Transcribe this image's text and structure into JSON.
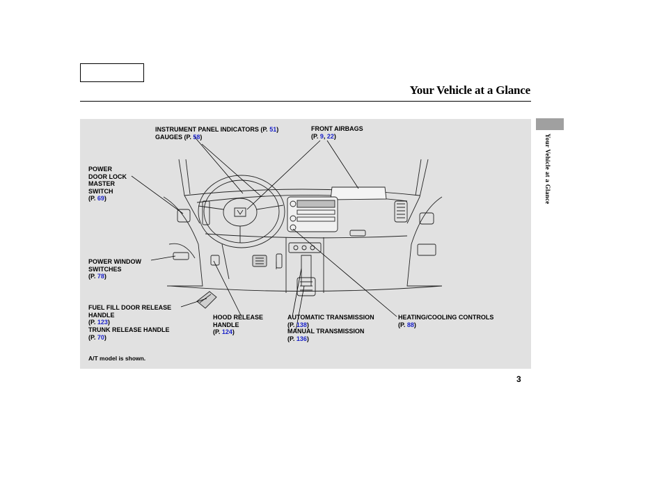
{
  "header": {
    "title": "Your Vehicle at a Glance",
    "side_tab_text": "Your Vehicle at a Glance"
  },
  "callouts": {
    "instrument": {
      "line1_text": "INSTRUMENT PANEL INDICATORS (P. ",
      "line1_ref": "51",
      "line1_end": ")",
      "line2_text": "GAUGES (P. ",
      "line2_ref": "58",
      "line2_end": ")"
    },
    "airbags": {
      "line1": "FRONT AIRBAGS",
      "ref_prefix": "(P. ",
      "ref1": "9",
      "sep": ", ",
      "ref2": "22",
      "ref_end": ")"
    },
    "door_lock": {
      "lines": [
        "POWER",
        "DOOR LOCK",
        "MASTER",
        "SWITCH"
      ],
      "ref_prefix": "(P. ",
      "ref": "69",
      "ref_end": ")"
    },
    "power_window": {
      "lines": [
        "POWER WINDOW",
        "SWITCHES"
      ],
      "ref_prefix": "(P. ",
      "ref": "78",
      "ref_end": ")"
    },
    "fuel_fill": {
      "lines": [
        "FUEL FILL DOOR RELEASE",
        "HANDLE"
      ],
      "ref_prefix": "(P. ",
      "ref": "123",
      "ref_end": ")"
    },
    "trunk": {
      "lines": [
        "TRUNK RELEASE HANDLE"
      ],
      "ref_prefix": "(P. ",
      "ref": "70",
      "ref_end": ")"
    },
    "hood": {
      "lines": [
        "HOOD RELEASE",
        "HANDLE"
      ],
      "ref_prefix": "(P. ",
      "ref": "124",
      "ref_end": ")"
    },
    "auto_trans": {
      "lines": [
        "AUTOMATIC TRANSMISSION"
      ],
      "ref_prefix": "(P. ",
      "ref": "138",
      "ref_end": ")"
    },
    "manual_trans": {
      "lines": [
        "MANUAL TRANSMISSION"
      ],
      "ref_prefix": "(P. ",
      "ref": "136",
      "ref_end": ")"
    },
    "heating": {
      "lines": [
        "HEATING/COOLING CONTROLS"
      ],
      "ref_prefix": "(P. ",
      "ref": "88",
      "ref_end": ")"
    }
  },
  "footnote": "A/T model is shown.",
  "page_number": "3",
  "colors": {
    "panel_bg": "#e1e1e1",
    "link": "#1a22c8",
    "side_tab": "#a0a0a0"
  }
}
